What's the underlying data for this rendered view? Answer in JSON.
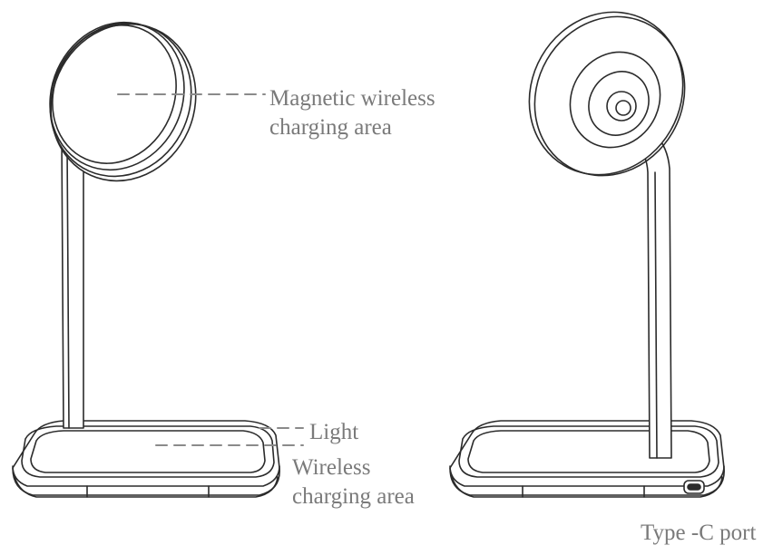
{
  "labels": {
    "magnetic_line1": "Magnetic wireless",
    "magnetic_line2": "charging area",
    "light": "Light",
    "wireless_line1": "Wireless",
    "wireless_line2": "charging area",
    "type_c": "Type -C port"
  },
  "colors": {
    "line": "#2b2b2b",
    "leader": "#8a8a8a",
    "label": "#7a7a7a"
  }
}
